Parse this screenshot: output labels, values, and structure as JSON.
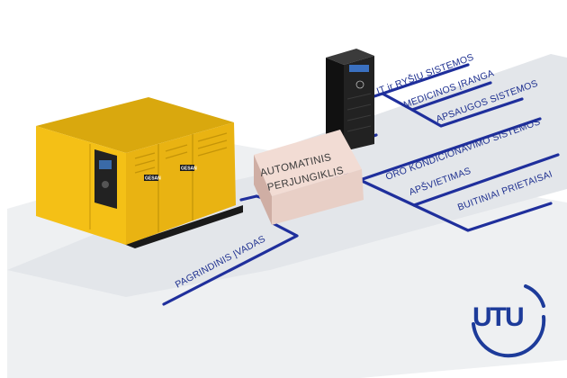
{
  "colors": {
    "line": "#1f2f9c",
    "floor": "#e3e6ea",
    "generator": "#f4c016",
    "switch_box": "#e8cfc6",
    "ups": "#1a1a1a",
    "logo": "#1d3b9a"
  },
  "switch_box": {
    "line1": "AUTOMATINIS",
    "line2": "PERJUNGIKLIS"
  },
  "labels": {
    "main_input": "PAGRINDINIS ĮVADAS",
    "it_systems": "IT ir RYŠIŲ SISTEMOS",
    "medical": "MEDICINOS ĮRANGA",
    "security": "APSAUGOS SISTEMOS",
    "hvac": "ORO KONDICIONAVIMO SISTEMOS",
    "lighting": "APŠVIETIMAS",
    "household": "BUITINIAI PRIETAISAI"
  },
  "generator": {
    "brand": "GESAN"
  },
  "logo": {
    "text": "UTU"
  }
}
